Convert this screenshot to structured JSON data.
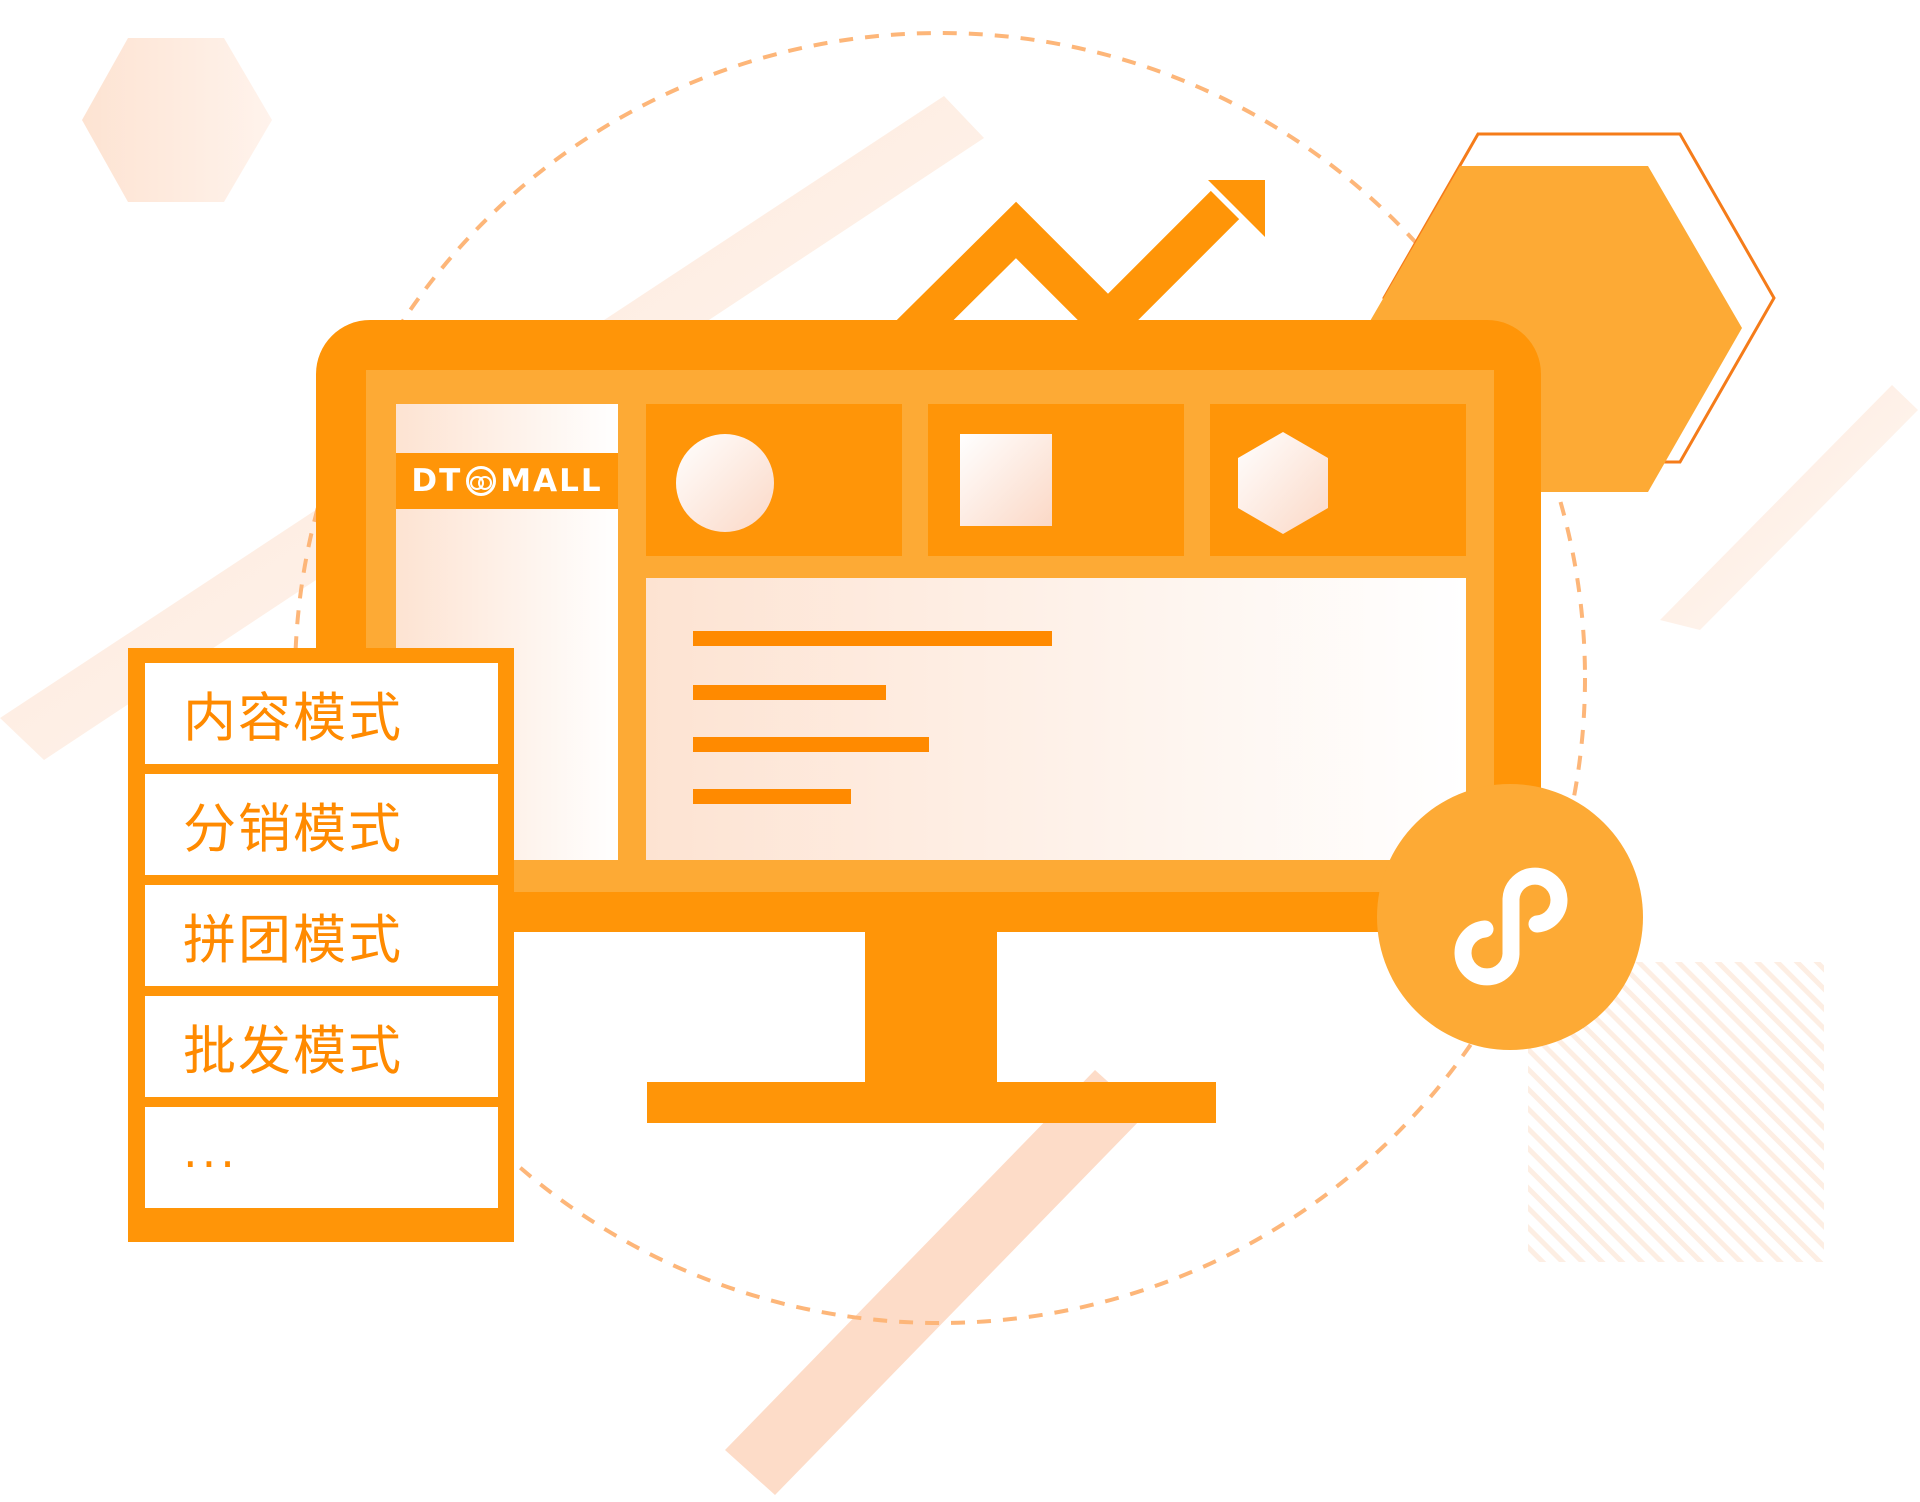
{
  "logo": {
    "text_left": "DT",
    "text_right": "MALL"
  },
  "modes": [
    "内容模式",
    "分销模式",
    "拼团模式",
    "批发模式",
    "..."
  ],
  "icons": {
    "trend": "trend-arrow-icon",
    "mini_program": "mini-program-icon",
    "circle": "circle-icon",
    "square": "square-icon",
    "hexagon": "hexagon-icon"
  },
  "colors": {
    "primary": "#ff9508",
    "secondary": "#fdaa35",
    "light": "#fde3d2",
    "text": "#ff8a00"
  }
}
